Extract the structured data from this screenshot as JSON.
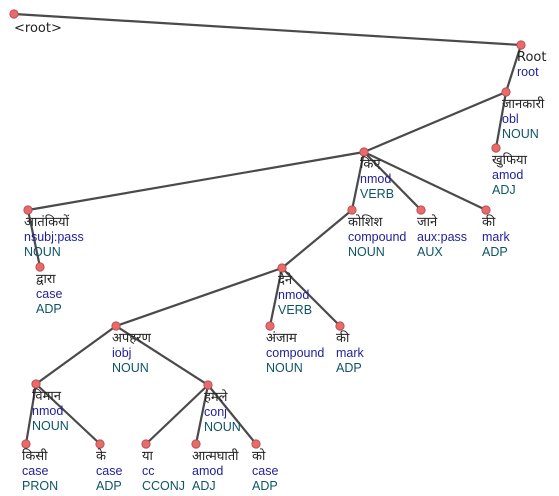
{
  "tree": {
    "root_label": "<root>",
    "nodes": [
      {
        "id": "root",
        "word": "Root",
        "rel": "root",
        "pos": ""
      },
      {
        "id": "jaankaari",
        "word": "जानकारी",
        "rel": "obl",
        "pos": "NOUN"
      },
      {
        "id": "khufiya",
        "word": "खुफिया",
        "rel": "amod",
        "pos": "ADJ"
      },
      {
        "id": "kiye",
        "word": "किए",
        "rel": "nmod",
        "pos": "VERB"
      },
      {
        "id": "aatankiyon",
        "word": "आतंकियों",
        "rel": "nsubj:pass",
        "pos": "NOUN"
      },
      {
        "id": "dvaara",
        "word": "द्वारा",
        "rel": "case",
        "pos": "ADP"
      },
      {
        "id": "koshish",
        "word": "कोशिश",
        "rel": "compound",
        "pos": "NOUN"
      },
      {
        "id": "jaane",
        "word": "जाने",
        "rel": "aux:pass",
        "pos": "AUX"
      },
      {
        "id": "ki1",
        "word": "की",
        "rel": "mark",
        "pos": "ADP"
      },
      {
        "id": "dene",
        "word": "देने",
        "rel": "nmod",
        "pos": "VERB"
      },
      {
        "id": "apaharan",
        "word": "अपहरण",
        "rel": "iobj",
        "pos": "NOUN"
      },
      {
        "id": "anjaam",
        "word": "अंजाम",
        "rel": "compound",
        "pos": "NOUN"
      },
      {
        "id": "ki2",
        "word": "की",
        "rel": "mark",
        "pos": "ADP"
      },
      {
        "id": "vimaan",
        "word": "विमान",
        "rel": "nmod",
        "pos": "NOUN"
      },
      {
        "id": "hamle",
        "word": "हमले",
        "rel": "conj",
        "pos": "NOUN"
      },
      {
        "id": "kisi",
        "word": "किसी",
        "rel": "case",
        "pos": "PRON"
      },
      {
        "id": "ke",
        "word": "के",
        "rel": "case",
        "pos": "ADP"
      },
      {
        "id": "ya",
        "word": "या",
        "rel": "cc",
        "pos": "CCONJ"
      },
      {
        "id": "aatmaghaati",
        "word": "आत्मघाती",
        "rel": "amod",
        "pos": "ADJ"
      },
      {
        "id": "ko",
        "word": "को",
        "rel": "case",
        "pos": "ADP"
      }
    ],
    "edges": [
      [
        "__top",
        "root"
      ],
      [
        "root",
        "jaankaari"
      ],
      [
        "jaankaari",
        "khufiya"
      ],
      [
        "jaankaari",
        "kiye"
      ],
      [
        "kiye",
        "aatankiyon"
      ],
      [
        "aatankiyon",
        "dvaara"
      ],
      [
        "kiye",
        "koshish"
      ],
      [
        "kiye",
        "jaane"
      ],
      [
        "kiye",
        "ki1"
      ],
      [
        "koshish",
        "dene"
      ],
      [
        "dene",
        "apaharan"
      ],
      [
        "dene",
        "anjaam"
      ],
      [
        "dene",
        "ki2"
      ],
      [
        "apaharan",
        "vimaan"
      ],
      [
        "apaharan",
        "hamle"
      ],
      [
        "vimaan",
        "kisi"
      ],
      [
        "vimaan",
        "ke"
      ],
      [
        "hamle",
        "ya"
      ],
      [
        "hamle",
        "aatmaghaati"
      ],
      [
        "hamle",
        "ko"
      ]
    ]
  }
}
